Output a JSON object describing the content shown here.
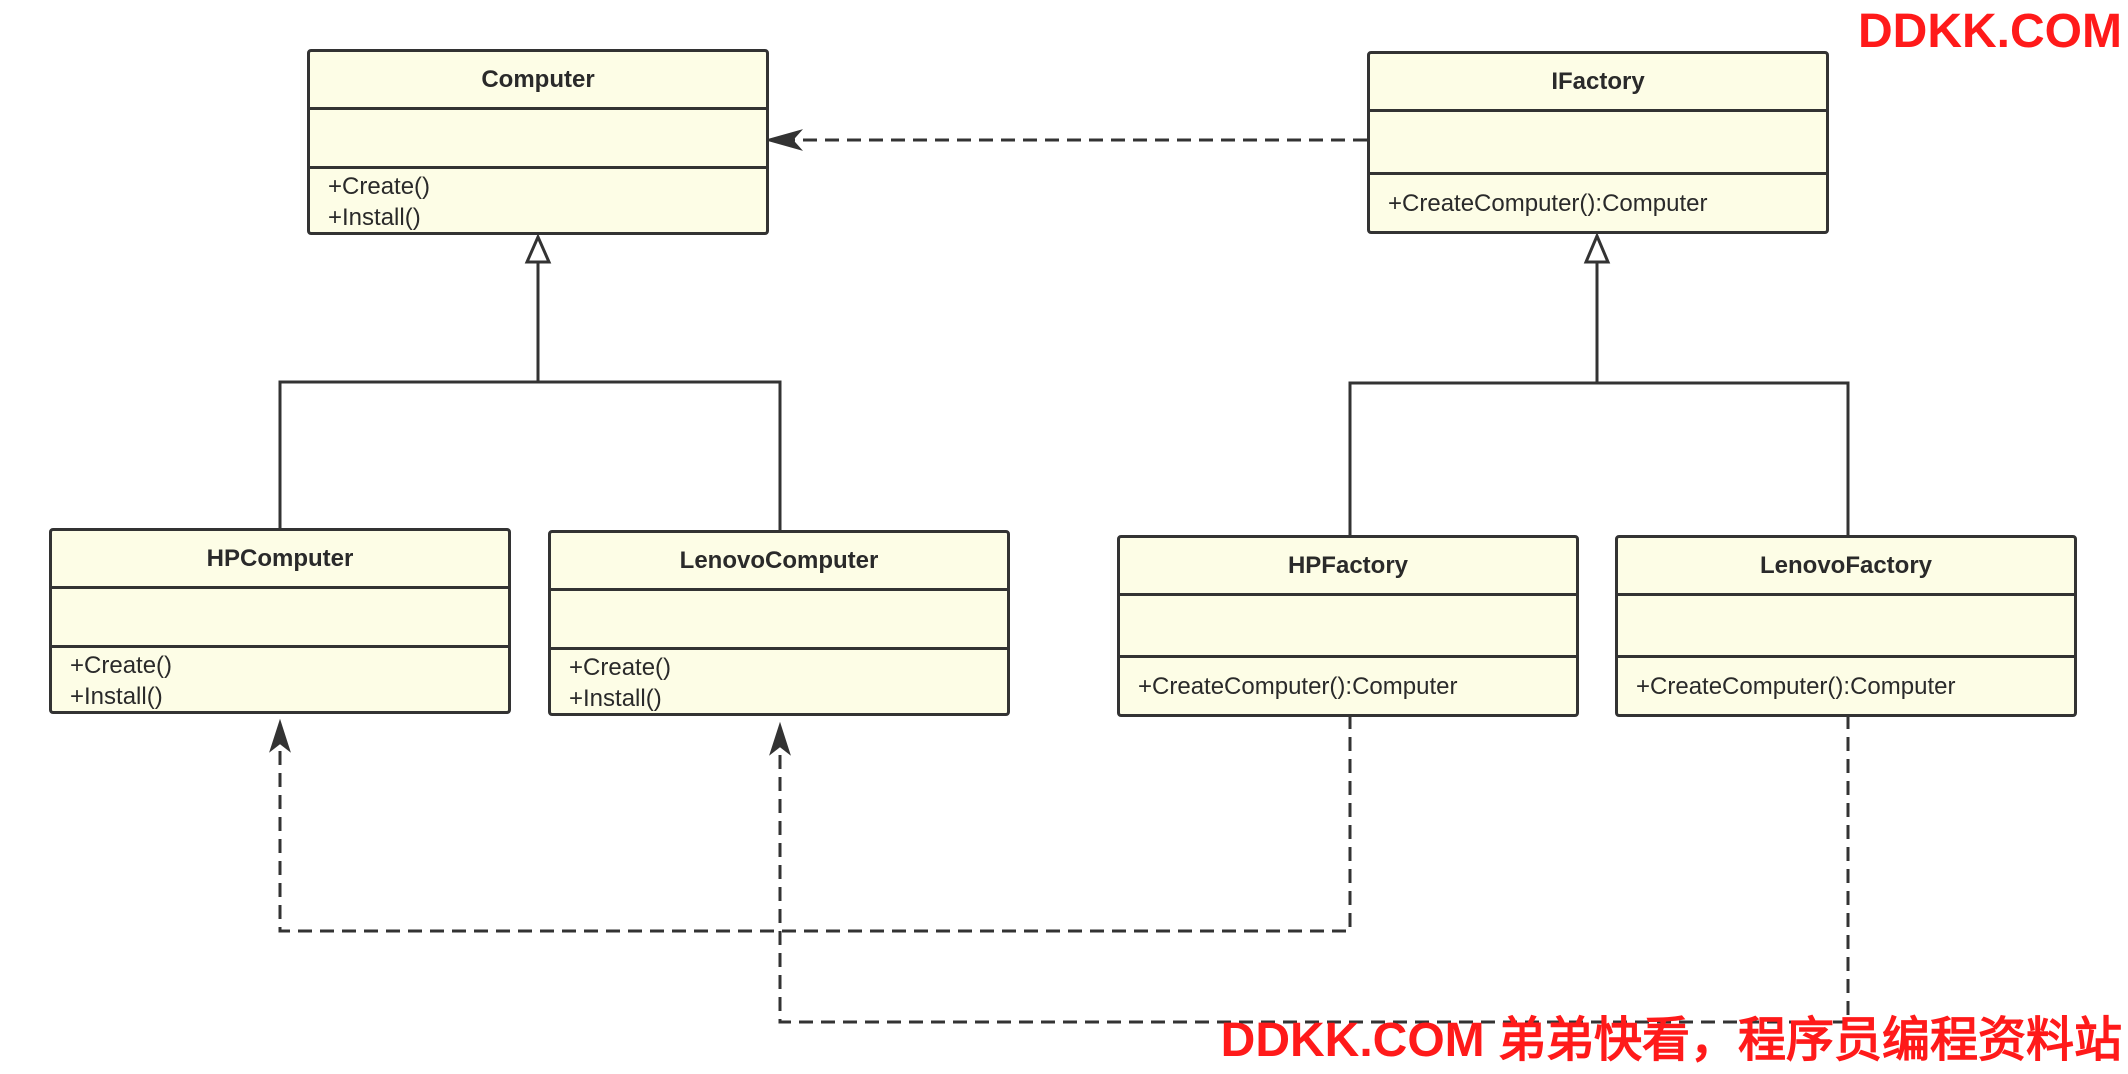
{
  "classes": {
    "computer": {
      "name": "Computer",
      "operations": [
        "+Create()",
        "+Install()"
      ]
    },
    "ifactory": {
      "name": "IFactory",
      "operations": [
        "+CreateComputer():Computer"
      ]
    },
    "hpcomputer": {
      "name": "HPComputer",
      "operations": [
        "+Create()",
        "+Install()"
      ]
    },
    "lenovocomputer": {
      "name": "LenovoComputer",
      "operations": [
        "+Create()",
        "+Install()"
      ]
    },
    "hpfactory": {
      "name": "HPFactory",
      "operations": [
        "+CreateComputer():Computer"
      ]
    },
    "lenovofactory": {
      "name": "LenovoFactory",
      "operations": [
        "+CreateComputer():Computer"
      ]
    }
  },
  "relations": [
    {
      "type": "generalization",
      "from": "HPComputer",
      "to": "Computer"
    },
    {
      "type": "generalization",
      "from": "LenovoComputer",
      "to": "Computer"
    },
    {
      "type": "generalization",
      "from": "HPFactory",
      "to": "IFactory"
    },
    {
      "type": "generalization",
      "from": "LenovoFactory",
      "to": "IFactory"
    },
    {
      "type": "dependency",
      "from": "IFactory",
      "to": "Computer"
    },
    {
      "type": "dependency",
      "from": "HPFactory",
      "to": "HPComputer"
    },
    {
      "type": "dependency",
      "from": "LenovoFactory",
      "to": "LenovoComputer"
    }
  ],
  "watermark": {
    "top": "DDKK.COM",
    "bottom": "DDKK.COM 弟弟快看，程序员编程资料站"
  },
  "colors": {
    "class_fill": "#fdfde6",
    "line": "#333333",
    "watermark": "#ff1a1a"
  }
}
